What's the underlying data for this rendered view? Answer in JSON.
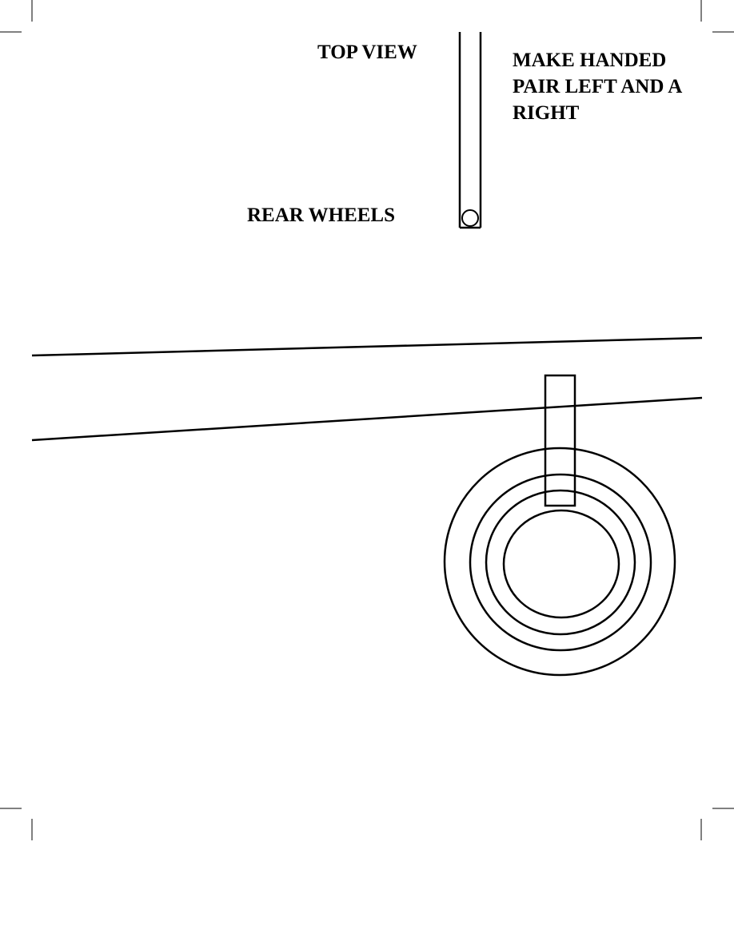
{
  "labels": {
    "top_view": "TOP VIEW",
    "rear_wheels": "REAR WHEELS",
    "note_line1": "MAKE HANDED",
    "note_line2": "PAIR LEFT AND A",
    "note_line3": "RIGHT"
  },
  "colors": {
    "ink": "#000000",
    "paper": "#ffffff"
  }
}
